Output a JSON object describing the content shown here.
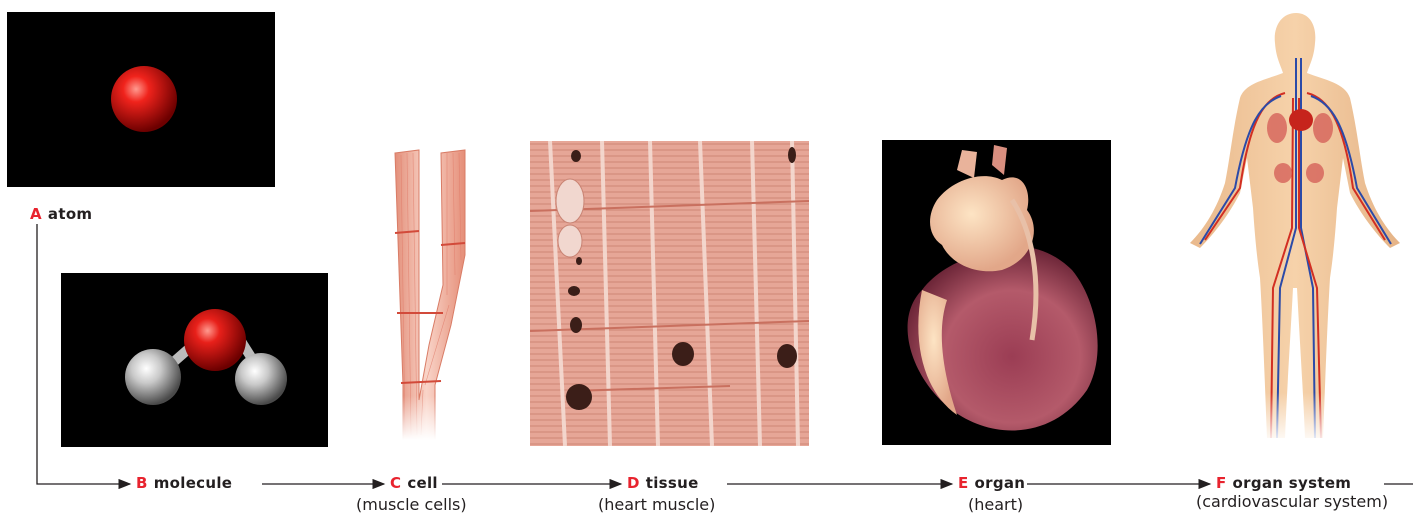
{
  "stages": [
    {
      "letter": "A",
      "label": "atom",
      "sublabel": ""
    },
    {
      "letter": "B",
      "label": "molecule",
      "sublabel": ""
    },
    {
      "letter": "C",
      "label": "cell",
      "sublabel": "(muscle cells)"
    },
    {
      "letter": "D",
      "label": "tissue",
      "sublabel": "(heart muscle)"
    },
    {
      "letter": "E",
      "label": "organ",
      "sublabel": "(heart)"
    },
    {
      "letter": "F",
      "label": "organ system",
      "sublabel": "(cardiovascular system)"
    }
  ],
  "colors": {
    "accent": "#e8232e",
    "line": "#231f20",
    "panel_bg": "#000000",
    "muscle": "#f2b6a4"
  }
}
